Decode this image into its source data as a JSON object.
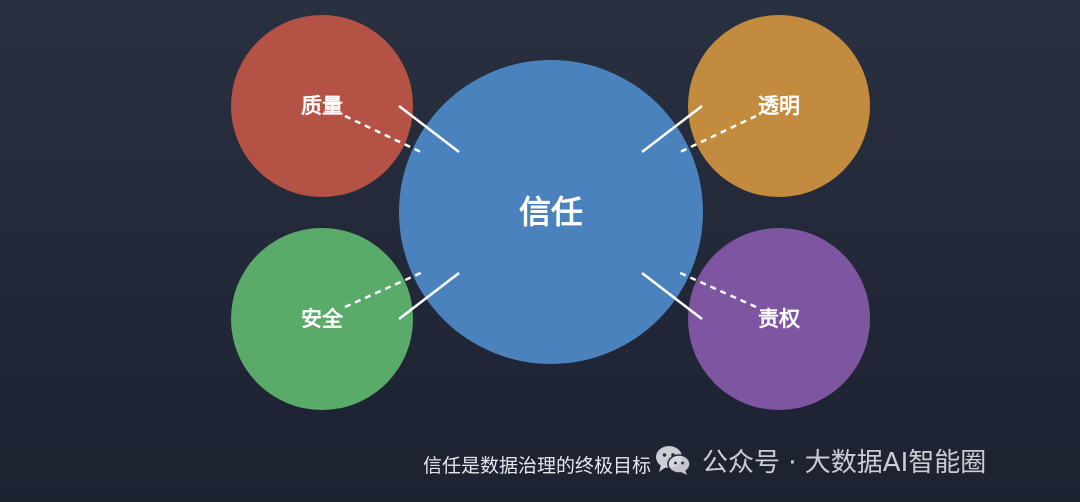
{
  "diagram": {
    "center": {
      "label": "信任",
      "color": "#4a82bd"
    },
    "nodes": [
      {
        "id": "quality",
        "label": "质量",
        "color": "#b55246"
      },
      {
        "id": "transparency",
        "label": "透明",
        "color": "#c38b3e"
      },
      {
        "id": "security",
        "label": "安全",
        "color": "#5aaa6a"
      },
      {
        "id": "accountability",
        "label": "责权",
        "color": "#7d55a0"
      }
    ],
    "connector_color": "#ffffff"
  },
  "caption": "信任是数据治理的终极目标",
  "watermark": {
    "icon": "wechat-icon",
    "text": "公众号 · 大数据AI智能圈"
  }
}
